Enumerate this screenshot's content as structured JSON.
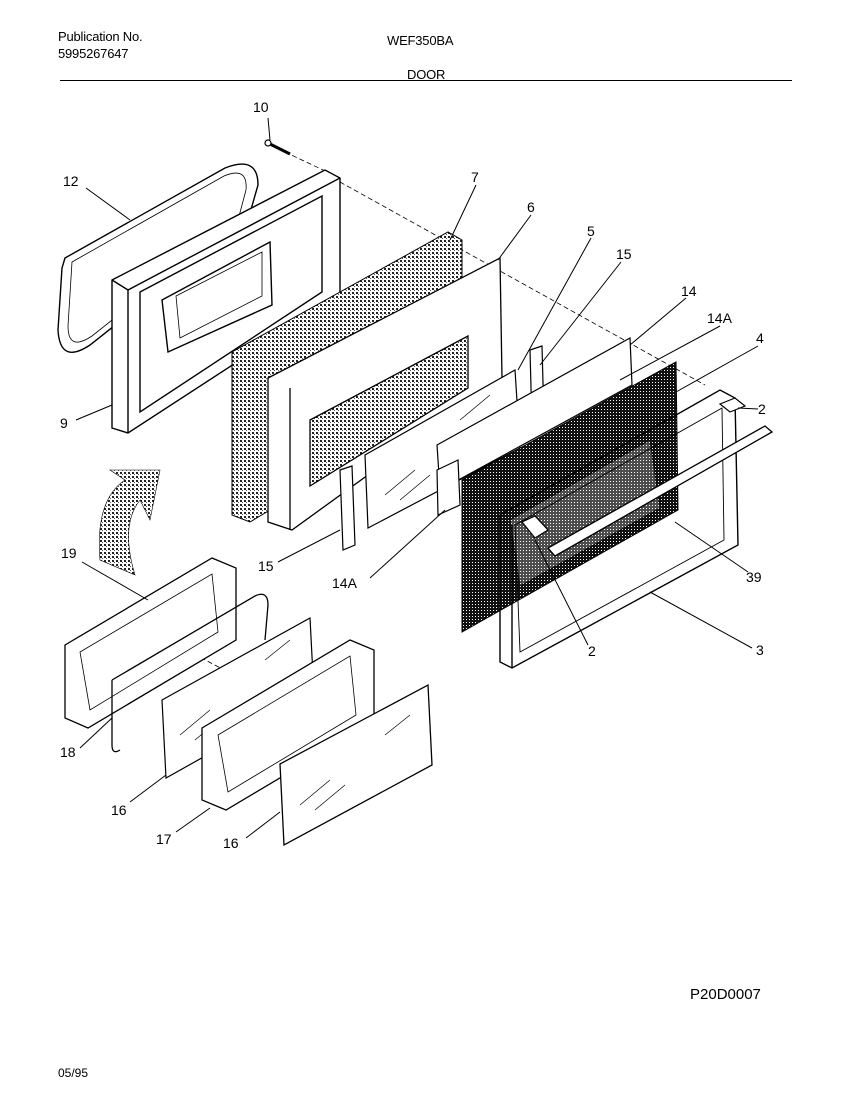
{
  "header": {
    "publication_label": "Publication No.",
    "publication_number": "5995267647",
    "model": "WEF350BA",
    "section": "DOOR"
  },
  "callouts": {
    "c10": "10",
    "c12": "12",
    "c7": "7",
    "c6": "6",
    "c5": "5",
    "c15a": "15",
    "c14": "14",
    "c14Aa": "14A",
    "c4": "4",
    "c2a": "2",
    "c9": "9",
    "c15b": "15",
    "c14Ab": "14A",
    "c39": "39",
    "c2b": "2",
    "c3": "3",
    "c19": "19",
    "c18": "18",
    "c16a": "16",
    "c17": "17",
    "c16b": "16"
  },
  "footer": {
    "diagram_id": "P20D0007",
    "date": "05/95"
  }
}
